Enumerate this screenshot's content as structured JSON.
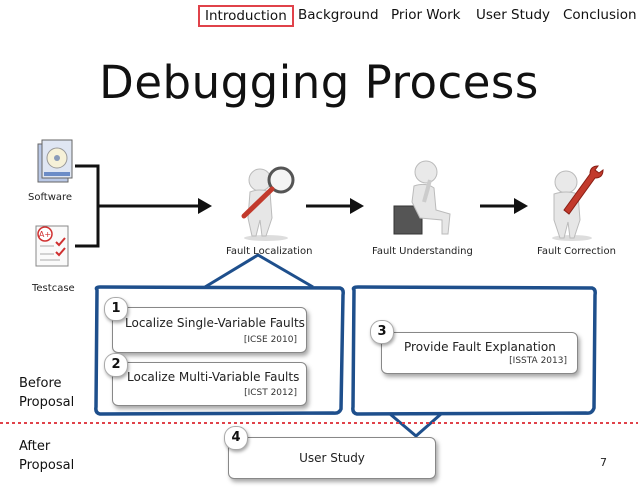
{
  "nav": {
    "items": [
      "Introduction",
      "Background",
      "Prior Work",
      "User Study",
      "Conclusion"
    ],
    "active": "Introduction"
  },
  "title": "Debugging Process",
  "inputs": {
    "software": "Software",
    "testcase": "Testcase"
  },
  "stages": {
    "localization": "Fault Localization",
    "understanding": "Fault Understanding",
    "correction": "Fault Correction"
  },
  "cards": {
    "single": {
      "number": "1",
      "text": "Localize Single-Variable Faults",
      "ref": "[ICSE 2010]"
    },
    "multi": {
      "number": "2",
      "text": "Localize Multi-Variable Faults",
      "ref": "[ICST 2012]"
    },
    "explain": {
      "number": "3",
      "text": "Provide Fault Explanation",
      "ref": "[ISSTA 2013]"
    },
    "study": {
      "number": "4",
      "text": "User Study"
    }
  },
  "labels": {
    "before_line1": "Before",
    "before_line2": "Proposal",
    "after_line1": "After",
    "after_line2": "Proposal"
  },
  "page_number": "7",
  "colors": {
    "accent_blue": "#1e4f8c",
    "nav_highlight": "#e0424a",
    "divider_red": "#e0424a"
  },
  "icons": [
    "software-box-icon",
    "testcase-document-icon",
    "magnifier-figure-icon",
    "thinking-figure-icon",
    "wrench-figure-icon"
  ]
}
